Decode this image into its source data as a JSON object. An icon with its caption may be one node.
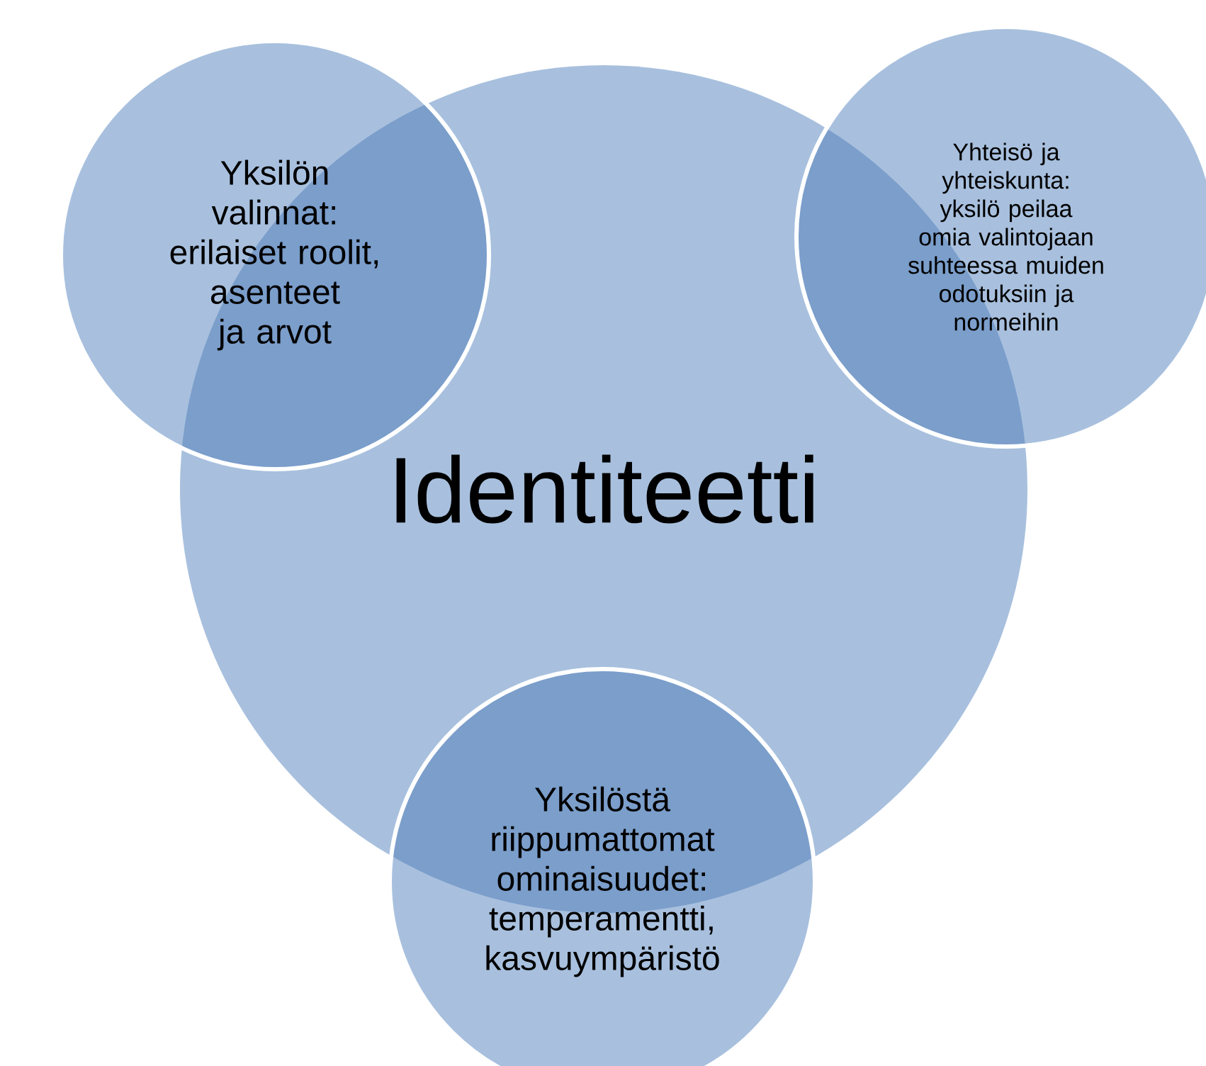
{
  "diagram": {
    "nodes": [
      {
        "text": [
          "Identiteetti"
        ]
      },
      {
        "text": [
          "Yksilön valinnat: erilaiset roolit, asenteet ja arvot"
        ]
      },
      {
        "text": [
          "Yhteisö ja yhteiskunta: yksilö peilaa omia valintojaan suhteessa muiden odotuksiin ja normeihin"
        ]
      },
      {
        "text": [
          "Yksilöstä riippumattomat ominaisuudet: temperamentti, kasvuympäristö"
        ]
      }
    ]
  }
}
